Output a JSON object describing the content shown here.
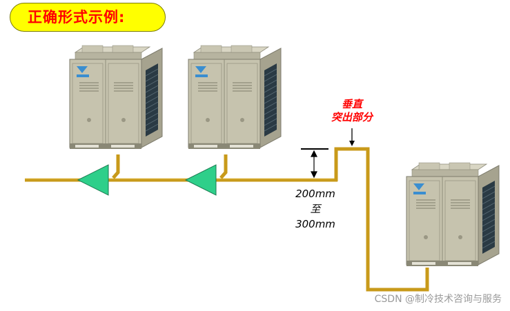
{
  "title": "正确形式示例:",
  "callout": {
    "line1": "垂直",
    "line2": "突出部分"
  },
  "dimension": {
    "line1": "200mm",
    "line2": "至",
    "line3": "300mm"
  },
  "watermark": "CSDN @制冷技术咨询与服务",
  "colors": {
    "pipe": "#c89a1a",
    "arrow": "#2ecf8a",
    "title_bg": "#ffff00",
    "title_text": "#ff0000",
    "callout": "#ff0000",
    "unit_body": "#c6c3ae"
  }
}
